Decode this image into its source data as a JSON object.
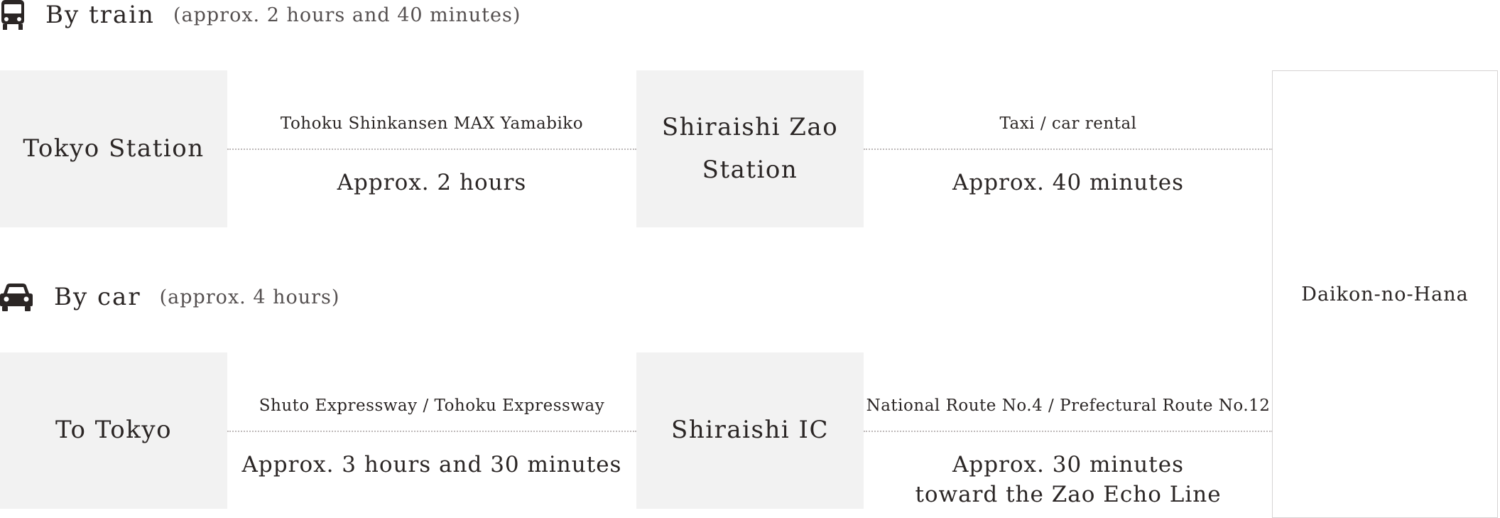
{
  "train": {
    "title": "By train",
    "duration_note": "(approx. 2 hours and 40 minutes)",
    "icon": "train-icon",
    "origin": "Tokyo Station",
    "leg1_method": "Tohoku Shinkansen MAX Yamabiko",
    "leg1_time": "Approx. 2 hours",
    "transfer_line1": "Shiraishi Zao",
    "transfer_line2": "Station",
    "leg2_method": "Taxi / car rental",
    "leg2_time": "Approx. 40 minutes"
  },
  "car": {
    "title": "By car",
    "duration_note": "(approx. 4 hours)",
    "icon": "car-icon",
    "origin": "To Tokyo",
    "leg1_method": "Shuto Expressway / Tohoku Expressway",
    "leg1_time": "Approx. 3 hours and 30 minutes",
    "transfer": "Shiraishi IC",
    "leg2_method": "National Route No.4 / Prefectural Route No.12",
    "leg2_time_line1": "Approx. 30 minutes",
    "leg2_time_line2": "toward the Zao Echo Line"
  },
  "destination": "Daikon-no-Hana",
  "colors": {
    "text": "#2b2625",
    "box_bg": "#f2f2f2",
    "dotted_line": "#bdb8b8",
    "destination_border": "#d6d3d3"
  }
}
